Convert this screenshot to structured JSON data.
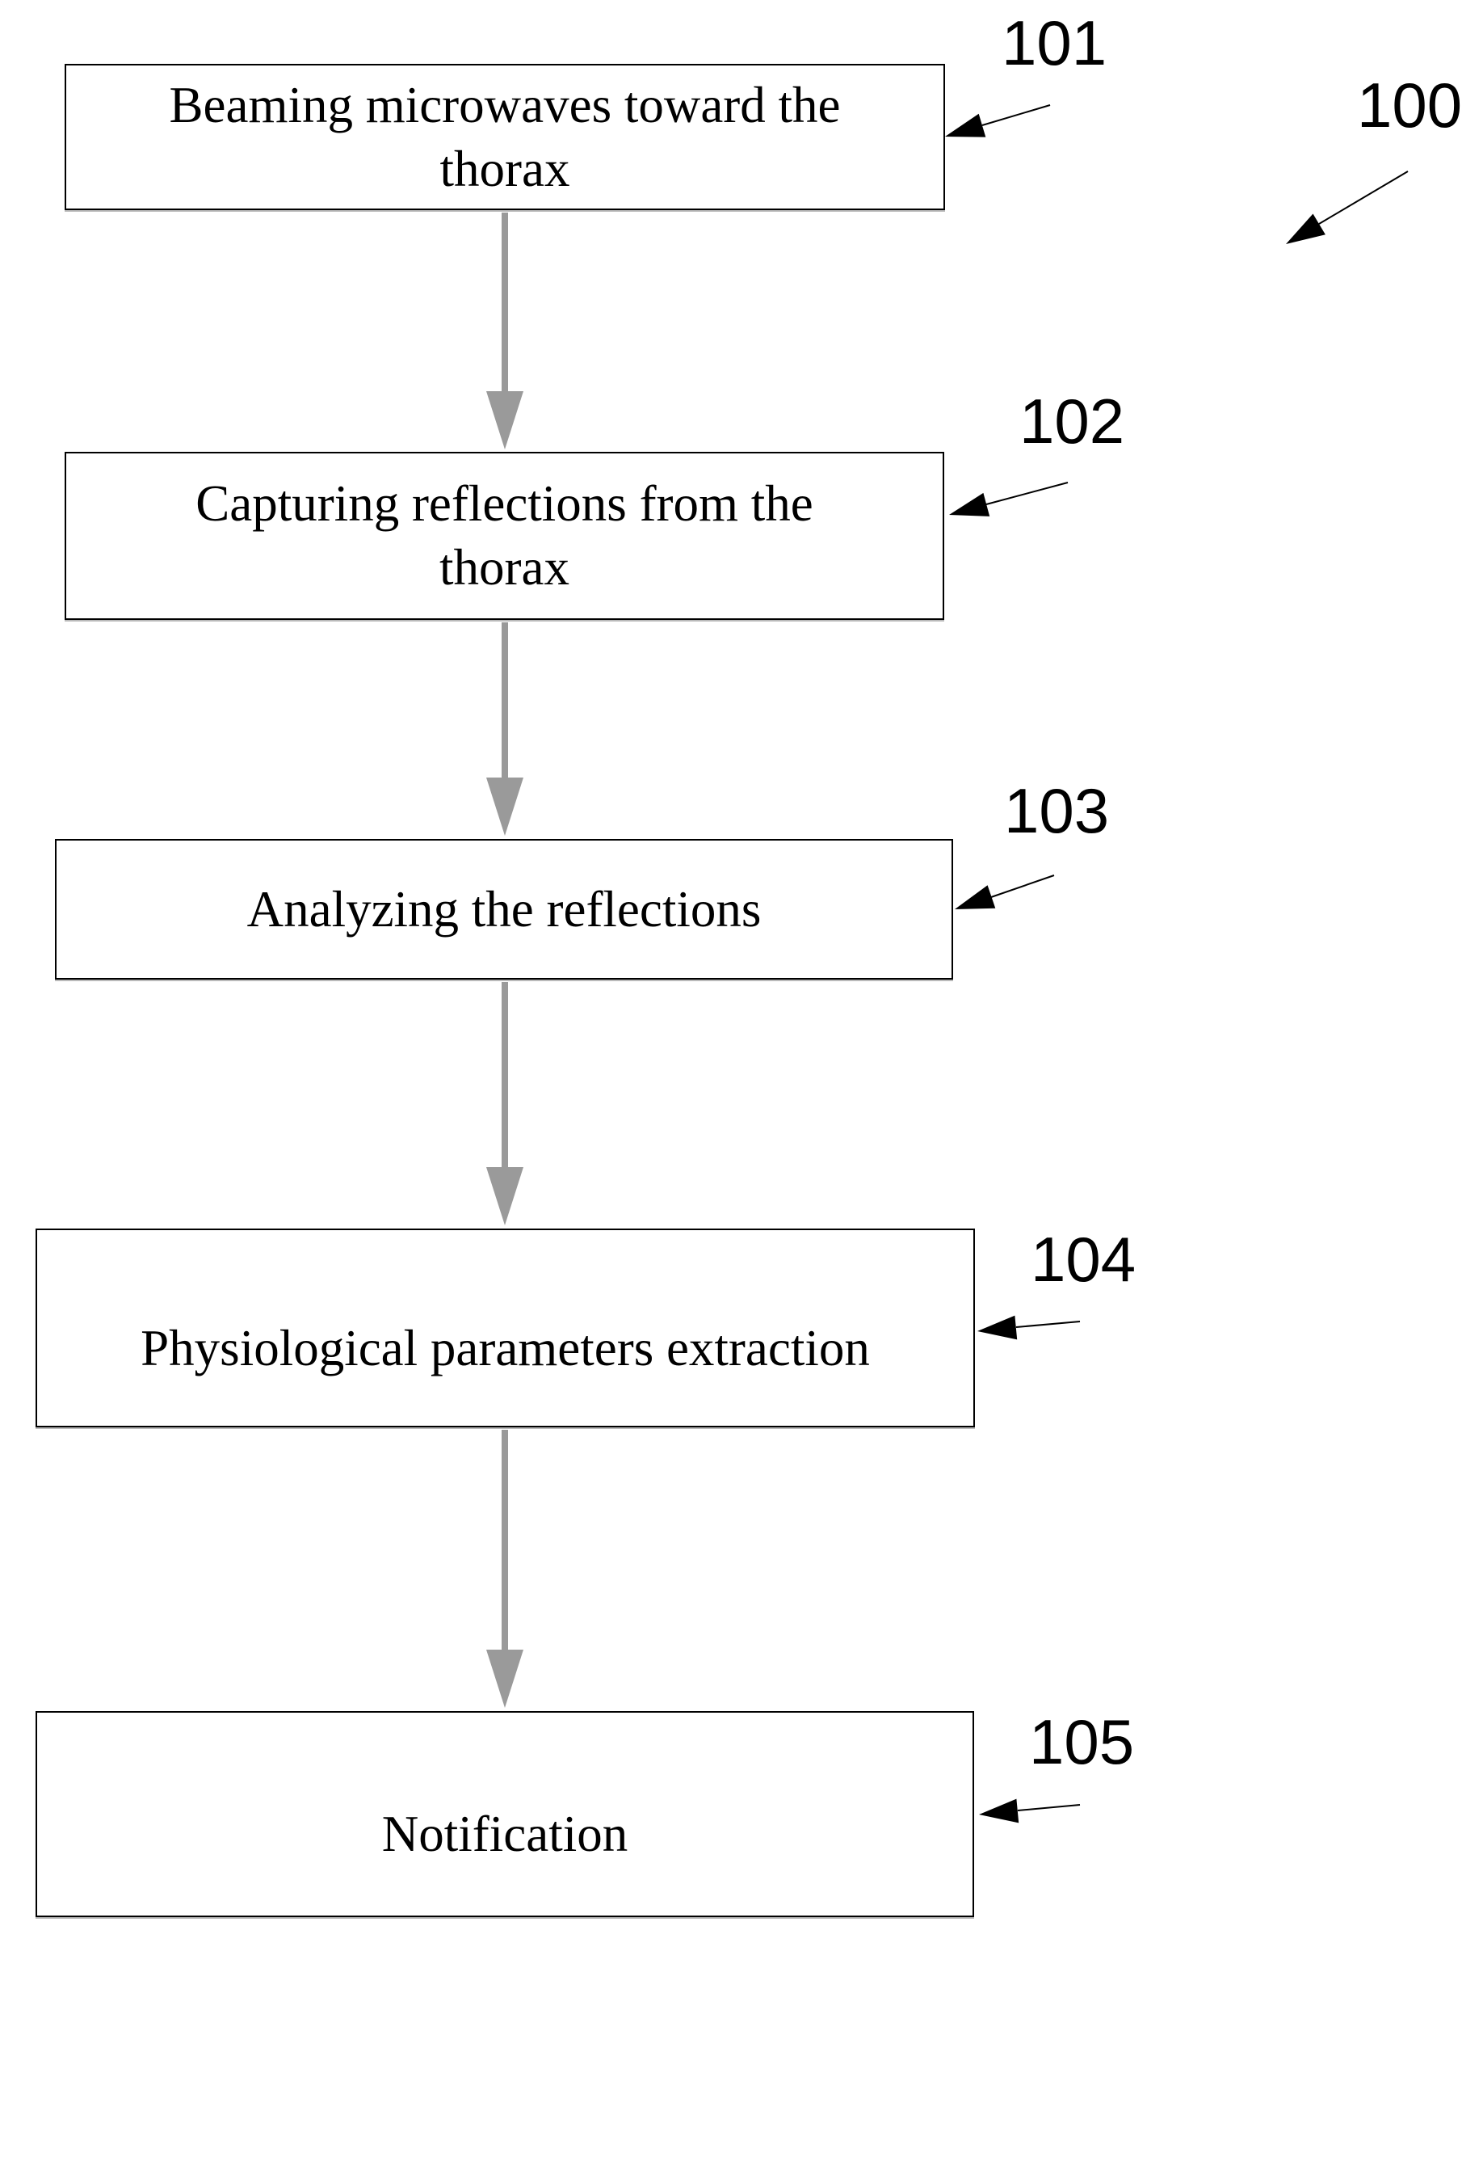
{
  "figure": {
    "type": "flowchart",
    "figure_ref": "100",
    "nodes": [
      {
        "id": "step-101",
        "ref": "101",
        "text": "Beaming microwaves toward the\nthorax"
      },
      {
        "id": "step-102",
        "ref": "102",
        "text": "Capturing reflections from the\nthorax"
      },
      {
        "id": "step-103",
        "ref": "103",
        "text": "Analyzing the reflections"
      },
      {
        "id": "step-104",
        "ref": "104",
        "text": "Physiological parameters extraction"
      },
      {
        "id": "step-105",
        "ref": "105",
        "text": "Notification"
      }
    ],
    "connections": [
      {
        "from": "101",
        "to": "102"
      },
      {
        "from": "102",
        "to": "103"
      },
      {
        "from": "103",
        "to": "104"
      },
      {
        "from": "104",
        "to": "105"
      }
    ],
    "colors": {
      "background": "#ffffff",
      "box_border": "#000000",
      "connector_gray": "#9a9a9a",
      "leader_black": "#000000"
    }
  }
}
